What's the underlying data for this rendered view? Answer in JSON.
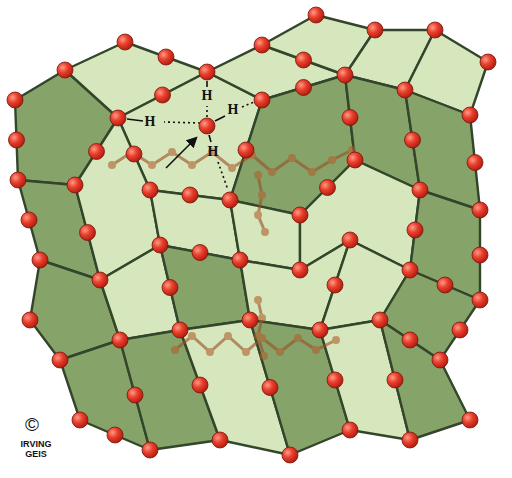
{
  "diagram": {
    "labels": [
      "H",
      "H",
      "H",
      "H",
      "©",
      "IRVING GEIS"
    ]
  }
}
